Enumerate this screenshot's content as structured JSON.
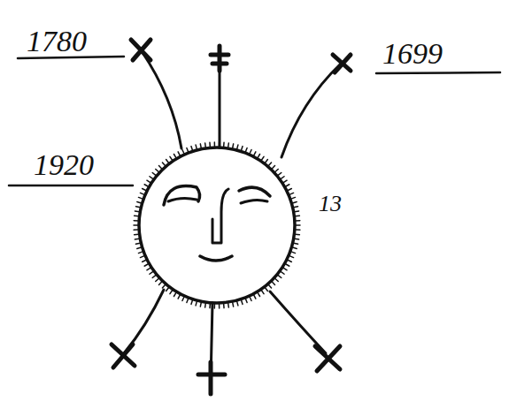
{
  "diagram": {
    "labels": [
      "1780",
      "1699",
      "1920",
      "13"
    ]
  }
}
